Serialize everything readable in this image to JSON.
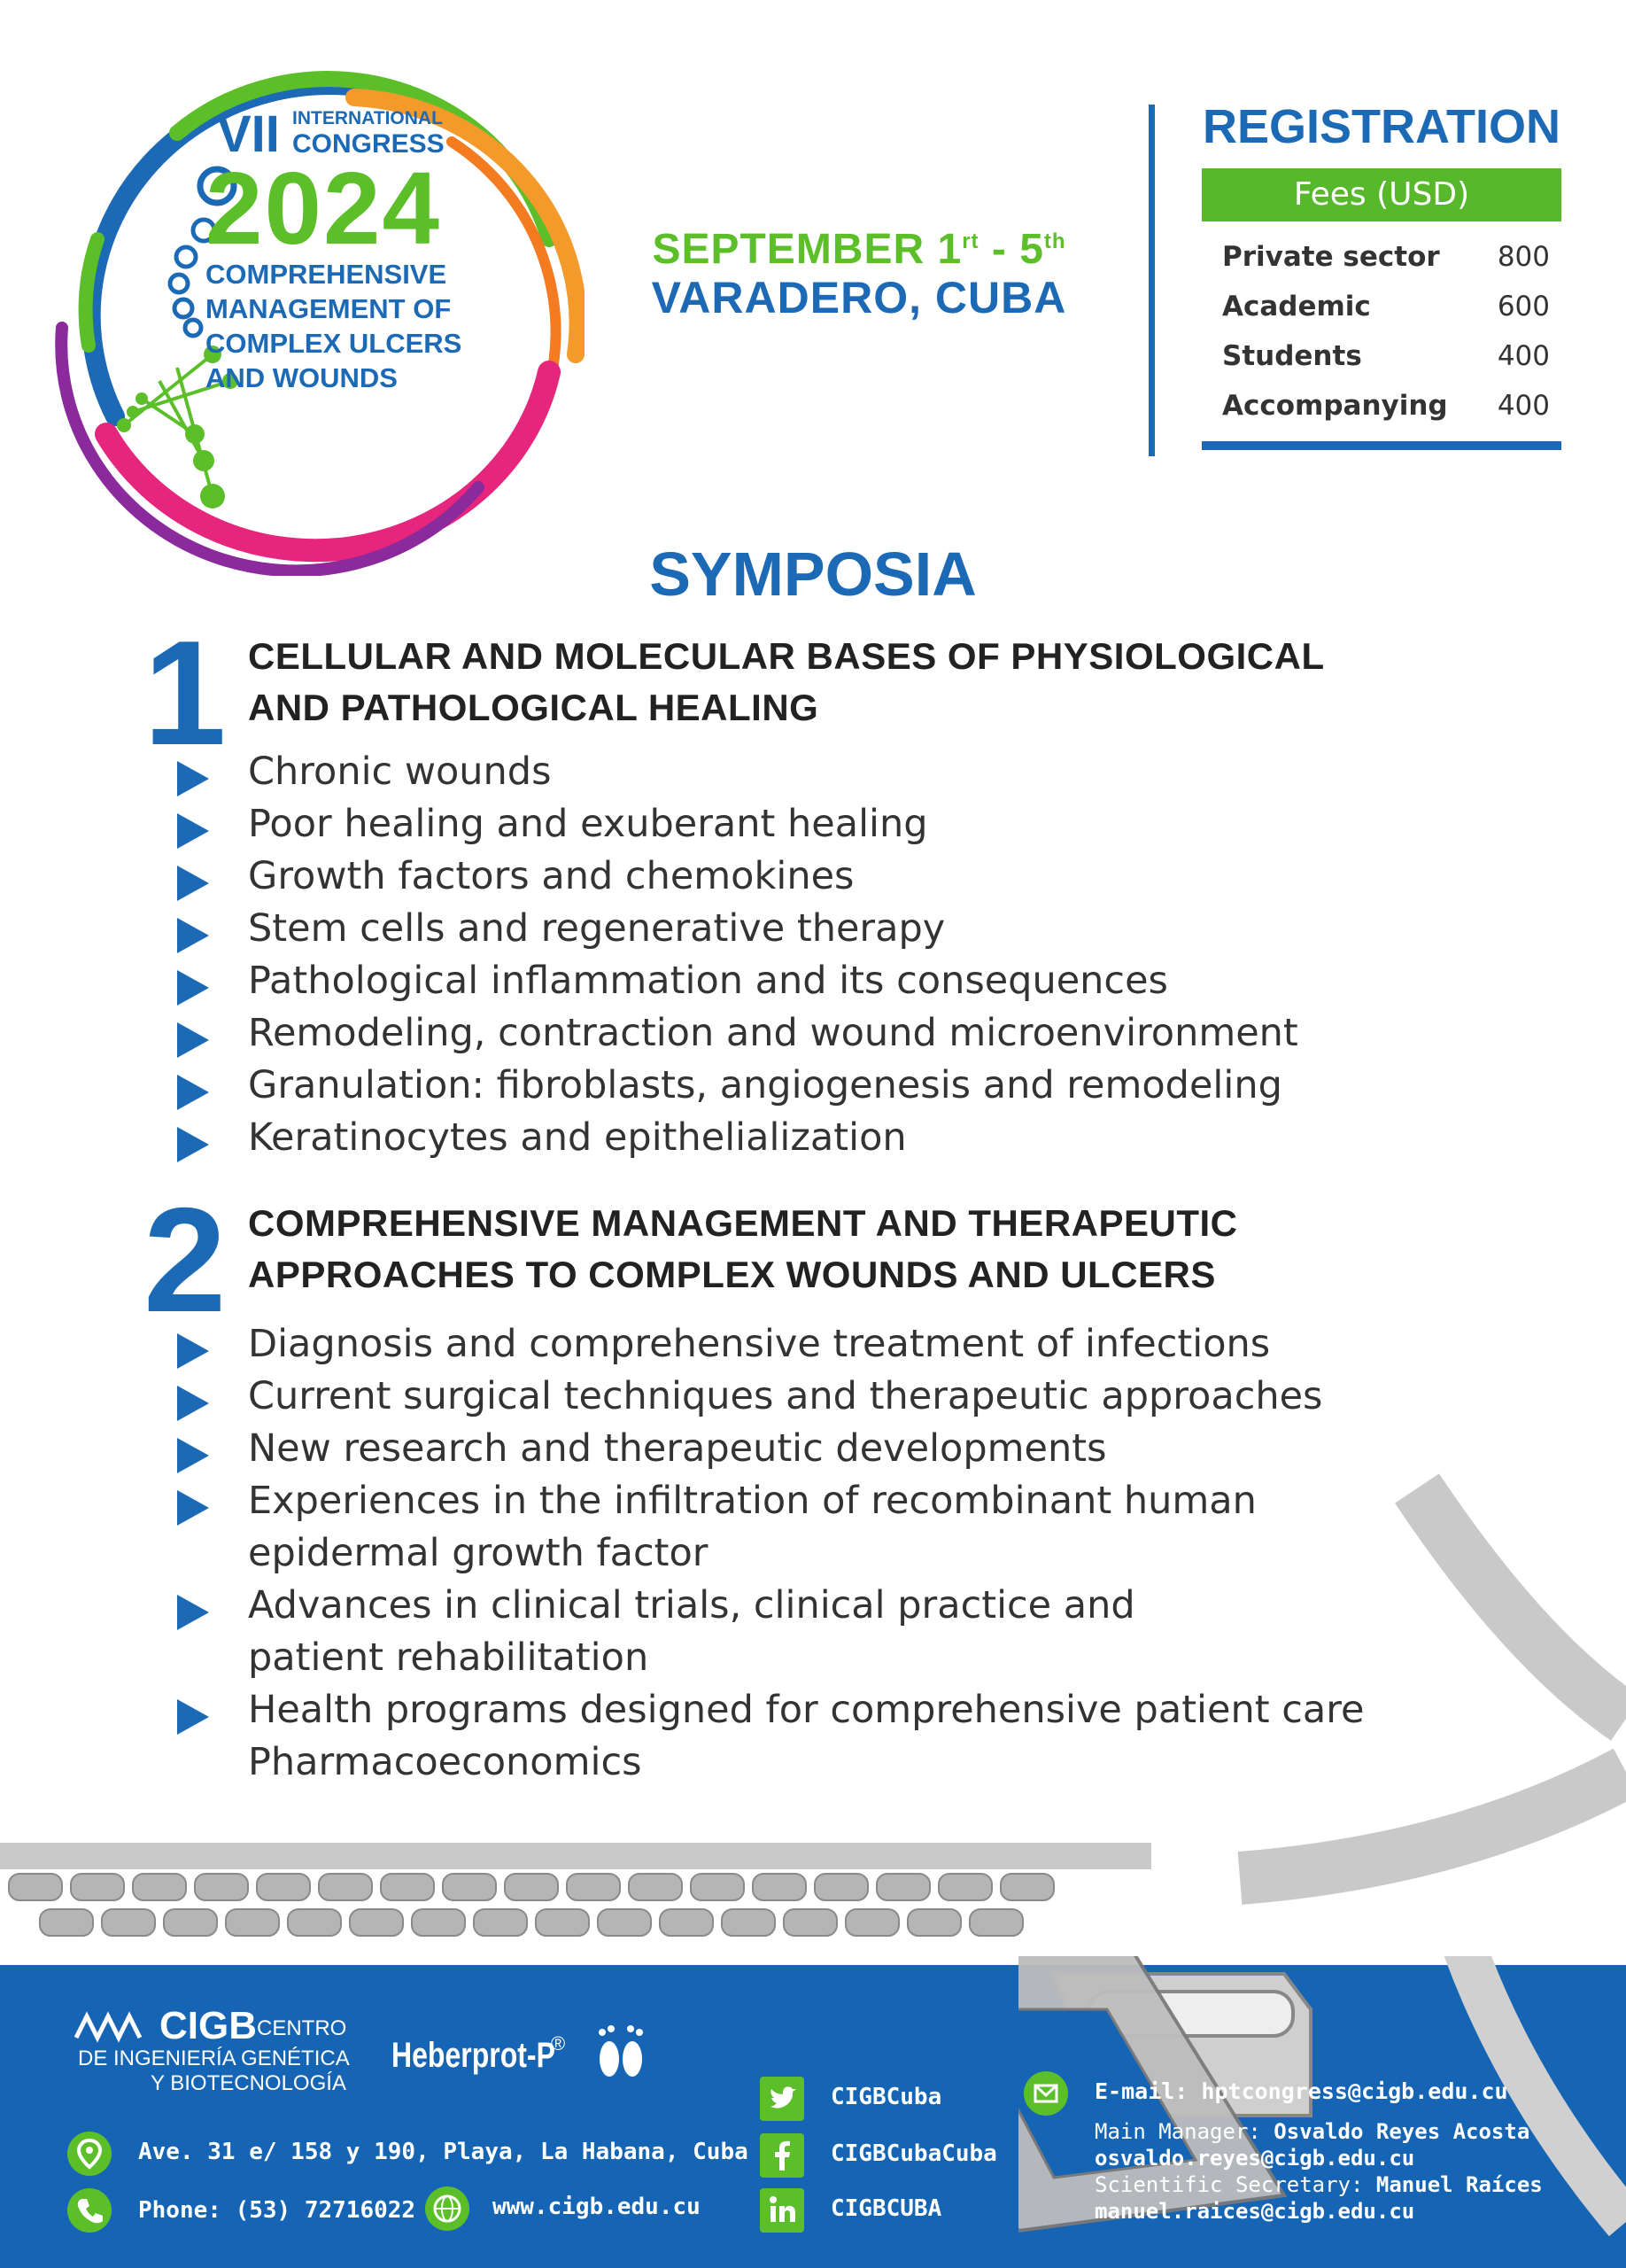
{
  "logo": {
    "roman": "VII",
    "line1": "INTERNATIONAL",
    "line2": "CONGRESS",
    "year": "2024",
    "subtitle": "COMPREHENSIVE MANAGEMENT OF COMPLEX ULCERS AND WOUNDS"
  },
  "event": {
    "dates_start": "SEPTEMBER 1",
    "dates_start_sup": "rt",
    "dates_mid": " - 5",
    "dates_end_sup": "th",
    "location": "VARADERO, CUBA"
  },
  "registration": {
    "title": "REGISTRATION",
    "fees_header": "Fees (USD)",
    "fees": [
      {
        "category": "Private sector",
        "amount": "800"
      },
      {
        "category": "Academic",
        "amount": "600"
      },
      {
        "category": "Students",
        "amount": "400"
      },
      {
        "category": "Accompanying",
        "amount": "400"
      }
    ]
  },
  "symposia": {
    "title": "SYMPOSIA",
    "items": [
      {
        "number": "1",
        "title_line1": "CELLULAR AND MOLECULAR BASES OF PHYSIOLOGICAL",
        "title_line2": "AND PATHOLOGICAL HEALING",
        "topics": [
          "Chronic wounds",
          "Poor healing and exuberant healing",
          "Growth factors and chemokines",
          "Stem cells and regenerative therapy",
          "Pathological inflammation and its consequences",
          "Remodeling, contraction and wound microenvironment",
          "Granulation: fibroblasts, angiogenesis and remodeling",
          "Keratinocytes and epithelialization"
        ]
      },
      {
        "number": "2",
        "title_line1": "COMPREHENSIVE MANAGEMENT AND THERAPEUTIC",
        "title_line2": "APPROACHES TO COMPLEX WOUNDS AND ULCERS",
        "topics": [
          "Diagnosis and comprehensive treatment of infections",
          "Current surgical techniques and therapeutic approaches",
          "New research and therapeutic developments",
          "Experiences in the infiltration of recombinant human",
          "epidermal growth factor",
          "Advances in clinical trials, clinical practice and",
          "patient rehabilitation",
          "Health programs designed for comprehensive patient care",
          "Pharmacoeconomics"
        ]
      }
    ]
  },
  "footer": {
    "org_short": "CIGB",
    "org_line1": "CENTRO",
    "org_line2": "DE INGENIERÍA GENÉTICA",
    "org_line3": "Y BIOTECNOLOGÍA",
    "product": "Heberprot-P",
    "product_mark": "®",
    "address": "Ave. 31 e/ 158 y 190, Playa, La Habana, Cuba",
    "phone": "Phone: (53) 72716022",
    "website": "www.cigb.edu.cu",
    "twitter": "CIGBCuba",
    "facebook": "CIGBCubaCuba",
    "linkedin": "CIGBCUBA",
    "email": "E-mail: hptcongress@cigb.edu.cu",
    "manager_label": "Main Manager: ",
    "manager_name": "Osvaldo Reyes Acosta",
    "manager_email": "osvaldo.reyes@cigb.edu.cu",
    "secretary_label": "Scientific Secretary: ",
    "secretary_name": "Manuel Raíces",
    "secretary_email": "manuel.raices@cigb.edu.cu",
    "colors": {
      "blue": "#1565b4",
      "green": "#5cbf2a"
    },
    "icons": [
      "location-icon",
      "phone-icon",
      "web-icon",
      "twitter-icon",
      "facebook-icon",
      "linkedin-icon",
      "email-icon",
      "footprints-icon"
    ]
  }
}
